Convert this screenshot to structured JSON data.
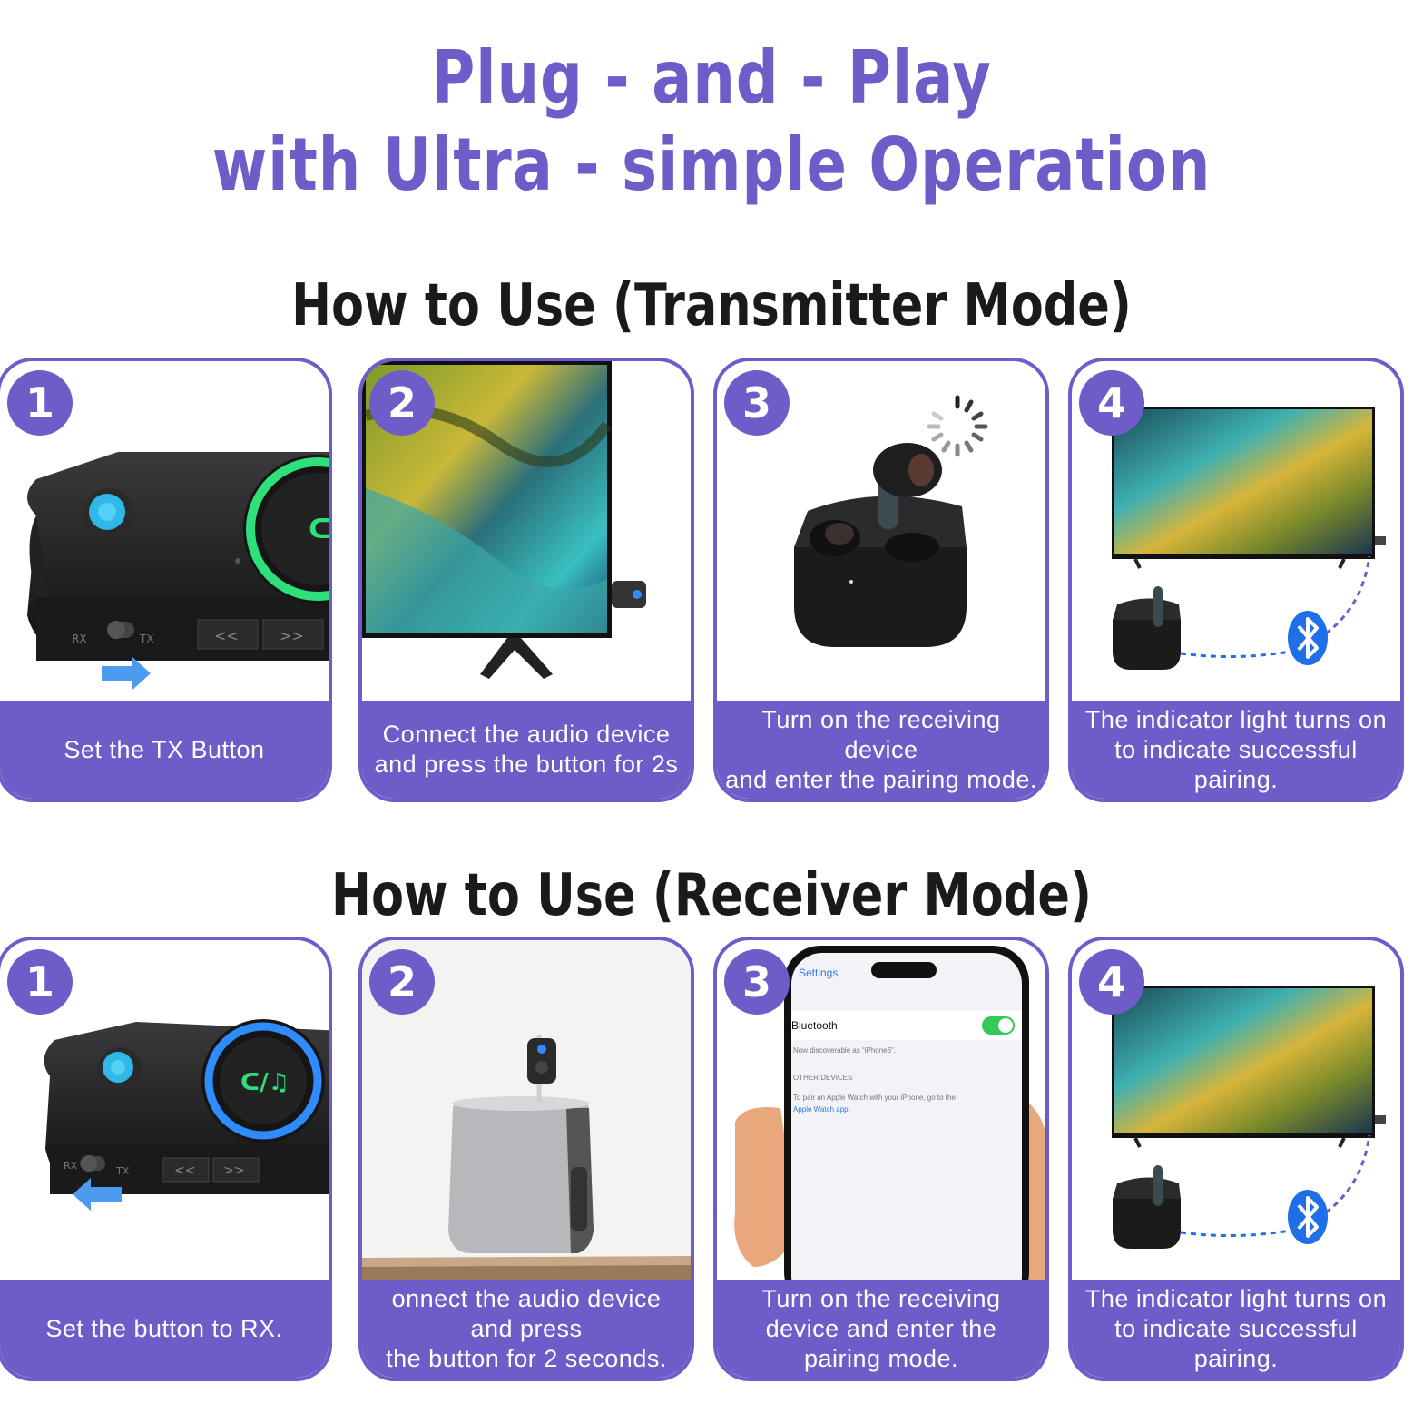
{
  "headline": {
    "line1": "Plug - and - Play",
    "line2": "with Ultra - simple Operation"
  },
  "sections": [
    {
      "title": "How to Use (Transmitter Mode)",
      "steps": [
        {
          "number": "1",
          "caption": "Set the TX Button"
        },
        {
          "number": "2",
          "caption": "Connect the audio device\nand press the button for 2s"
        },
        {
          "number": "3",
          "caption": "Turn on the receiving device\nand enter the pairing mode."
        },
        {
          "number": "4",
          "caption": "The indicator light turns on\nto indicate successful pairing."
        }
      ]
    },
    {
      "title": "How to Use (Receiver Mode)",
      "steps": [
        {
          "number": "1",
          "caption": "Set the button to RX."
        },
        {
          "number": "2",
          "caption": "onnect the audio device\nand press\nthe button for 2 seconds."
        },
        {
          "number": "3",
          "caption": "Turn on the receiving\ndevice and enter the\npairing mode."
        },
        {
          "number": "4",
          "caption": "The indicator light turns on\nto indicate successful pairing."
        }
      ]
    }
  ],
  "device": {
    "rx_label": "RX",
    "tx_label": "TX",
    "prev_label": "<<",
    "next_label": ">>"
  },
  "phone": {
    "back_label": "Settings",
    "bluetooth_label": "Bluetooth",
    "discoverable_text": "Now discoverable as “iPhone6”.",
    "other_devices_label": "OTHER DEVICES",
    "pair_text": "To pair an Apple Watch with your iPhone, go to the",
    "pair_link": "Apple Watch app."
  },
  "colors": {
    "accent": "#6E5CC8",
    "tx_glow": "#2EE07A",
    "rx_glow": "#2F8CFF",
    "bluetooth": "#1E6FE8"
  },
  "icons": [
    "bluetooth-icon",
    "arrow-right-icon",
    "arrow-left-icon",
    "loading-spinner-icon"
  ]
}
